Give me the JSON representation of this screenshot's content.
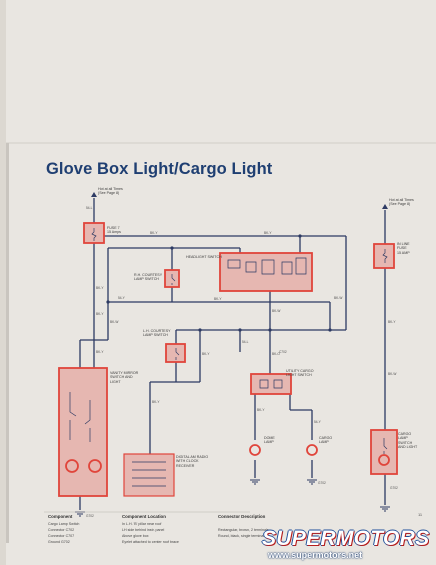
{
  "title": "Glove Box Light/Cargo Light",
  "left_feed": {
    "line1": "Hot at all Times",
    "line2": "(See Page 8)"
  },
  "right_feed": {
    "line1": "Hot at all Times",
    "line2": "(See Page 8)"
  },
  "fuse_left": {
    "line1": "FUSE 7",
    "line2": "15 Amps"
  },
  "fuse_right": {
    "line1": "IN LINE",
    "line2": "FUSE",
    "line3": "15 AMP"
  },
  "labels": {
    "headlight_switch": "HEADLIGHT SWITCH",
    "rh_courtesy": "R.H. COURTESY LAMP SWITCH",
    "lh_courtesy": "L.H. COURTESY LAMP SWITCH",
    "vanity_mirror": "VANITY MIRROR SWITCH AND LIGHT",
    "utility_cargo": "UTILITY CARGO LIGHT SWITCH",
    "dome_lamp": "DOME LAMP",
    "cargo_lamp": "CARGO LAMP",
    "digital_clock": "DIGITAL AM RADIO WITH CLOCK RECEIVER",
    "cargo_switch": "CARGO LAMP SWITCH AND LIGHT"
  },
  "wires": {
    "w1": "54-L",
    "w2": "BK-Y",
    "w3": "BK-Y",
    "w4": "BK-Y",
    "w5": "54-Y",
    "w6": "BK-Y",
    "w7": "BK-W",
    "w8": "BK-W",
    "w9": "BK-Y",
    "w10": "BK-W",
    "w11": "BK-Y",
    "w12": "BK-Y",
    "w13": "54-L",
    "w14": "BK-O",
    "w15": "BK-Y",
    "w16": "BK-Y",
    "w17": "BK-W",
    "w18": "C702",
    "w19": "G702",
    "w20": "G702",
    "w21": "G702",
    "w22": "BK-Y",
    "w23": "54-Y"
  },
  "table": {
    "col1": "Component",
    "col2": "Component Location",
    "col3": "Connector Description",
    "rows": [
      {
        "c": "Cargo Lamp Switch",
        "l": "In L.H. 'B' pillar near roof"
      },
      {
        "c": "Connector C702",
        "l": "LH side behind instr. panel"
      },
      {
        "c": "Connector C707",
        "l": "Above glove box"
      },
      {
        "c": "Ground G702",
        "l": "Eyelet attached to center roof brace"
      }
    ],
    "desc": [
      "Rectangular, brown, 2 terminals",
      "Round, black, single terminal"
    ]
  },
  "watermark": {
    "logo": "SUPERMOTORS",
    "url": "www.supermotors.net"
  },
  "page_number": "11",
  "colors": {
    "title": "#1f3f72",
    "highlight": "#e0453b",
    "highlight_fill": "#e6b7b1",
    "wire": "#2d3a63",
    "paper": "#e9e6e1"
  }
}
